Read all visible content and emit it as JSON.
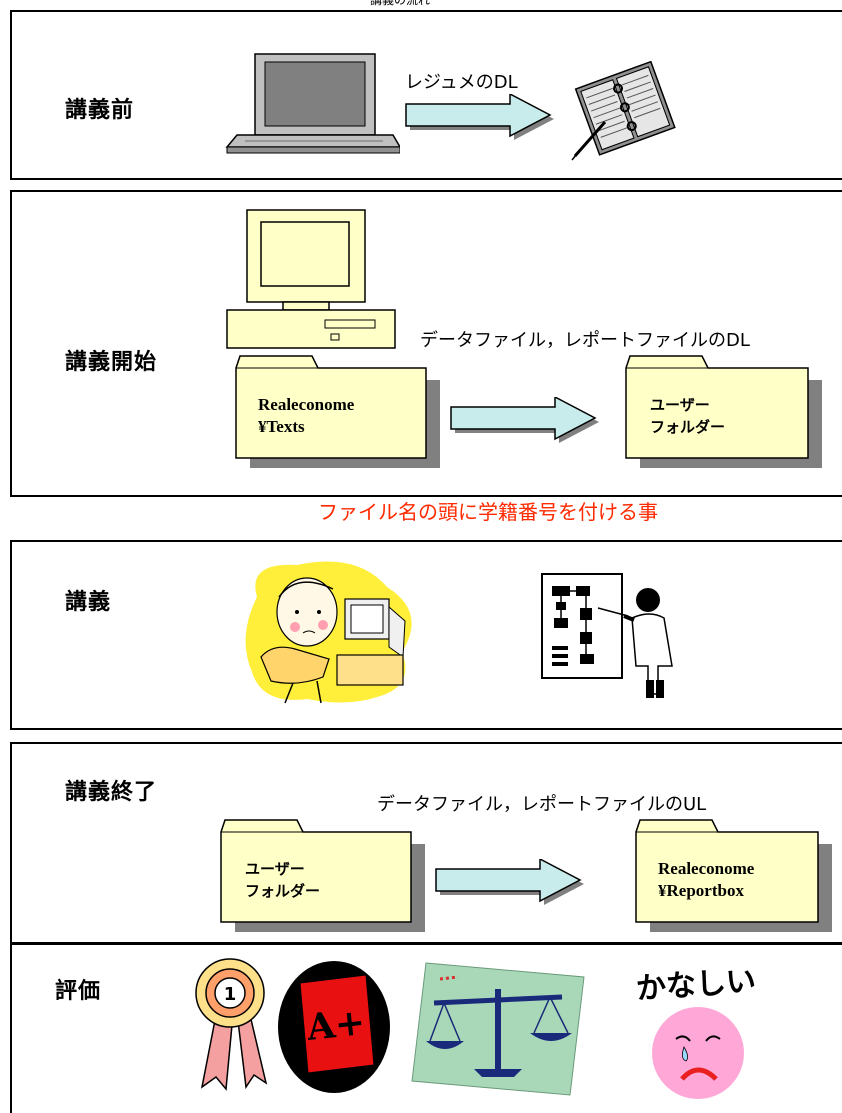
{
  "top_label": "講義の流れ",
  "sections": {
    "before": {
      "heading": "講義前",
      "caption": "レジュメのDL"
    },
    "start": {
      "heading": "講義開始",
      "caption": "データファイル，レポートファイルのDL",
      "source_folder": {
        "line1": "Realeconome",
        "line2": "¥Texts"
      },
      "dest_folder": {
        "line1": "ユーザー",
        "line2": "フォルダー"
      },
      "warning": "ファイル名の頭に学籍番号を付ける事"
    },
    "lecture": {
      "heading": "講義"
    },
    "end": {
      "heading": "講義終了",
      "caption": "データファイル，レポートファイルのUL",
      "source_folder": {
        "line1": "ユーザー",
        "line2": "フォルダー"
      },
      "dest_folder": {
        "line1": "Realeconome",
        "line2": "¥Reportbox"
      }
    },
    "eval": {
      "heading": "評価",
      "sad_text": "かなしい",
      "ribbon_number": "1",
      "grade_text": "A+"
    }
  },
  "colors": {
    "folder_fill": "#ffffc8",
    "arrow_fill": "#c8ecec",
    "shadow": "#808080",
    "warn": "#ff2a00"
  }
}
